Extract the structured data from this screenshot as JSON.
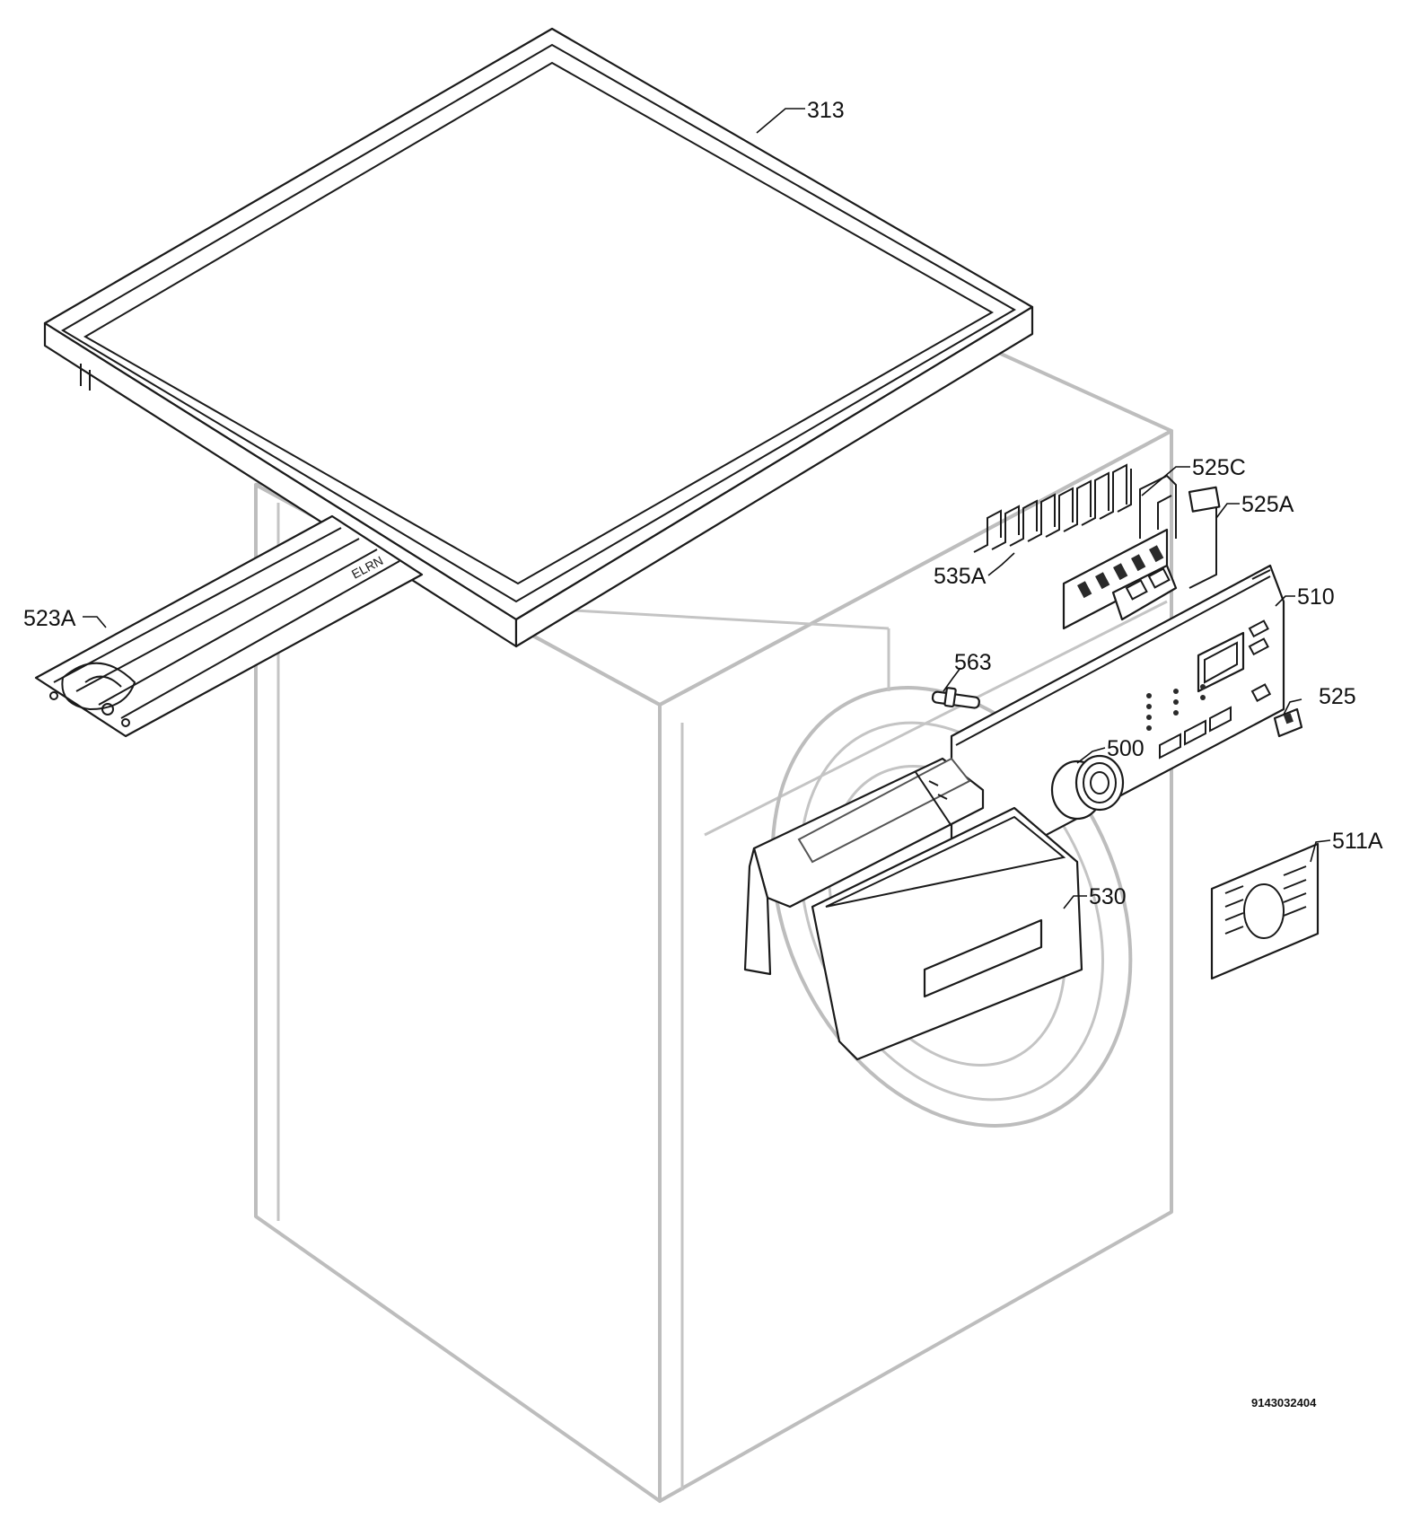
{
  "diagram": {
    "document_number": "9143032404",
    "callouts": [
      {
        "id": "313",
        "text": "313"
      },
      {
        "id": "525C",
        "text": "525C"
      },
      {
        "id": "525A",
        "text": "525A"
      },
      {
        "id": "535A",
        "text": "535A"
      },
      {
        "id": "510",
        "text": "510"
      },
      {
        "id": "523A",
        "text": "523A"
      },
      {
        "id": "563",
        "text": "563"
      },
      {
        "id": "525",
        "text": "525"
      },
      {
        "id": "500",
        "text": "500"
      },
      {
        "id": "511A",
        "text": "511A"
      },
      {
        "id": "530",
        "text": "530"
      }
    ]
  }
}
